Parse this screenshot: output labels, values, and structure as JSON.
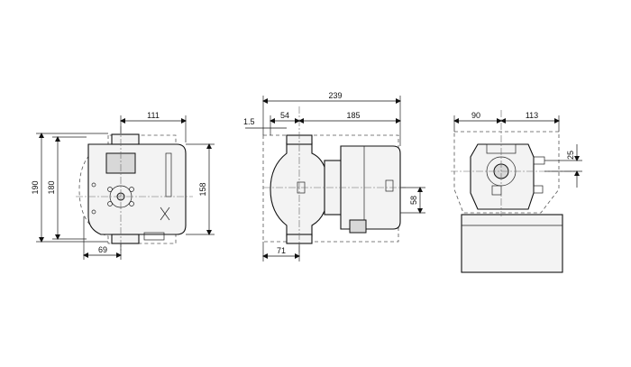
{
  "views": {
    "front": {
      "dims": {
        "top_width": "111",
        "height_outer": "190",
        "height_inner": "180",
        "height_right": "158",
        "bottom_width": "69"
      }
    },
    "side": {
      "dims": {
        "overall_length": "239",
        "offset": "1.5",
        "flange": "54",
        "motor": "185",
        "shaft_height": "58",
        "bottom": "71"
      }
    },
    "end": {
      "dims": {
        "left": "90",
        "right": "113",
        "height": "25"
      }
    }
  }
}
